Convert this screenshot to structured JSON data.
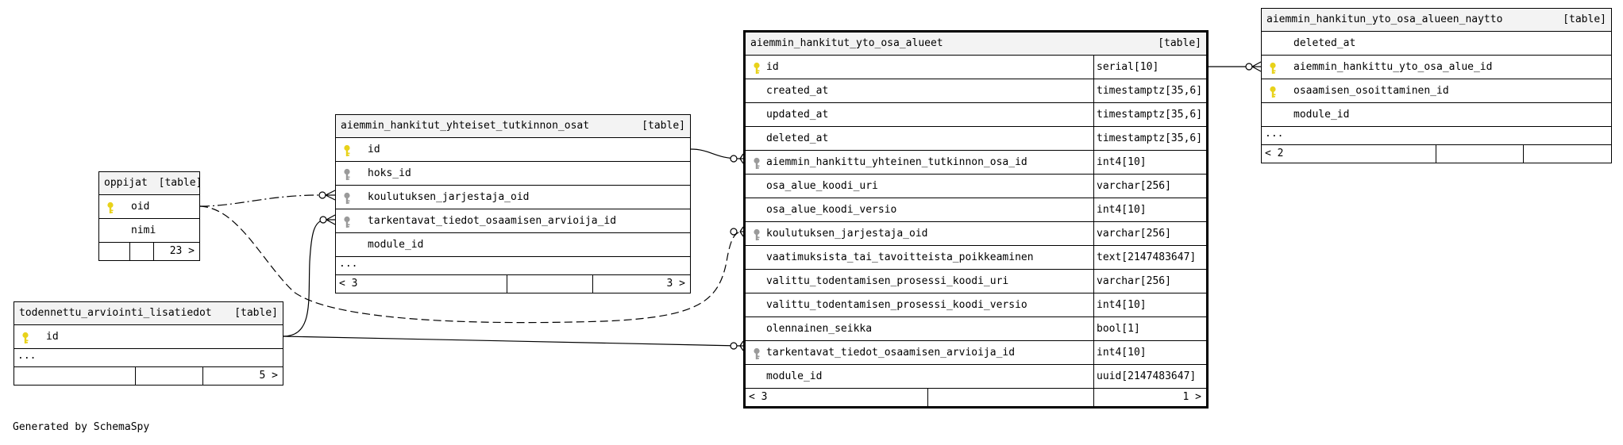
{
  "generated_by": "Generated by SchemaSpy",
  "key_colors": {
    "primary": "#e8d21a",
    "foreign": "#9a9a9a"
  },
  "tables": {
    "oppijat": {
      "title": "oppijat",
      "tag": "[table]",
      "columns": [
        {
          "name": "oid",
          "key": "primary"
        },
        {
          "name": "nimi",
          "key": "none"
        }
      ],
      "footer": {
        "left": "",
        "right": "23 >"
      }
    },
    "todennettu": {
      "title": "todennettu_arviointi_lisatiedot",
      "tag": "[table]",
      "columns": [
        {
          "name": "id",
          "key": "primary"
        }
      ],
      "more": "...",
      "footer": {
        "left": "",
        "right": "5 >"
      }
    },
    "yhteiset": {
      "title": "aiemmin_hankitut_yhteiset_tutkinnon_osat",
      "tag": "[table]",
      "columns": [
        {
          "name": "id",
          "key": "primary"
        },
        {
          "name": "hoks_id",
          "key": "foreign"
        },
        {
          "name": "koulutuksen_jarjestaja_oid",
          "key": "foreign"
        },
        {
          "name": "tarkentavat_tiedot_osaamisen_arvioija_id",
          "key": "foreign"
        },
        {
          "name": "module_id",
          "key": "none"
        }
      ],
      "more": "...",
      "footer": {
        "left": "< 3",
        "right": "3 >"
      }
    },
    "yto": {
      "title": "aiemmin_hankitut_yto_osa_alueet",
      "tag": "[table]",
      "columns": [
        {
          "name": "id",
          "type": "serial[10]",
          "key": "primary"
        },
        {
          "name": "created_at",
          "type": "timestamptz[35,6]",
          "key": "none"
        },
        {
          "name": "updated_at",
          "type": "timestamptz[35,6]",
          "key": "none"
        },
        {
          "name": "deleted_at",
          "type": "timestamptz[35,6]",
          "key": "none"
        },
        {
          "name": "aiemmin_hankittu_yhteinen_tutkinnon_osa_id",
          "type": "int4[10]",
          "key": "foreign"
        },
        {
          "name": "osa_alue_koodi_uri",
          "type": "varchar[256]",
          "key": "none"
        },
        {
          "name": "osa_alue_koodi_versio",
          "type": "int4[10]",
          "key": "none"
        },
        {
          "name": "koulutuksen_jarjestaja_oid",
          "type": "varchar[256]",
          "key": "foreign"
        },
        {
          "name": "vaatimuksista_tai_tavoitteista_poikkeaminen",
          "type": "text[2147483647]",
          "key": "none"
        },
        {
          "name": "valittu_todentamisen_prosessi_koodi_uri",
          "type": "varchar[256]",
          "key": "none"
        },
        {
          "name": "valittu_todentamisen_prosessi_koodi_versio",
          "type": "int4[10]",
          "key": "none"
        },
        {
          "name": "olennainen_seikka",
          "type": "bool[1]",
          "key": "none"
        },
        {
          "name": "tarkentavat_tiedot_osaamisen_arvioija_id",
          "type": "int4[10]",
          "key": "foreign"
        },
        {
          "name": "module_id",
          "type": "uuid[2147483647]",
          "key": "none"
        }
      ],
      "footer": {
        "left": "< 3",
        "right": "1 >"
      }
    },
    "naytto": {
      "title": "aiemmin_hankitun_yto_osa_alueen_naytto",
      "tag": "[table]",
      "columns": [
        {
          "name": "deleted_at",
          "key": "none"
        },
        {
          "name": "aiemmin_hankittu_yto_osa_alue_id",
          "key": "primary"
        },
        {
          "name": "osaamisen_osoittaminen_id",
          "key": "primary"
        },
        {
          "name": "module_id",
          "key": "none"
        }
      ],
      "more": "...",
      "footer": {
        "left": "< 2",
        "right": ""
      }
    }
  }
}
